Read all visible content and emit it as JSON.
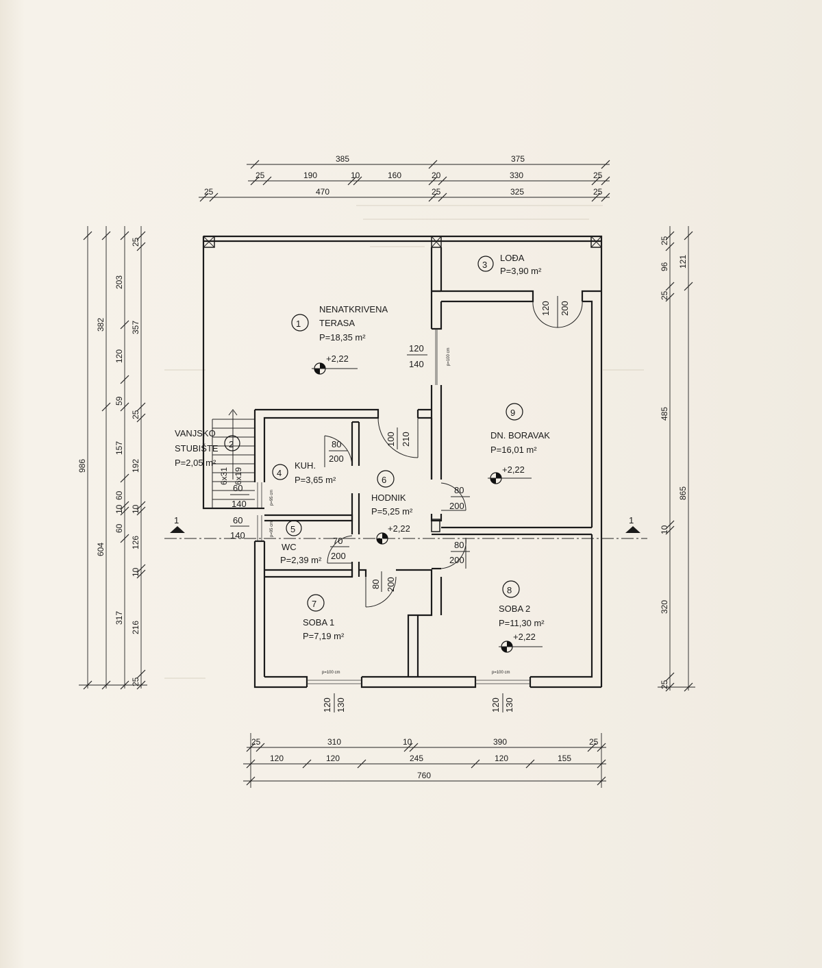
{
  "rooms": [
    {
      "num": "1",
      "name_lines": [
        "NENATKRIVENA",
        "TERASA"
      ],
      "area": "P=18,35 m²"
    },
    {
      "num": "2",
      "name_lines": [
        "VANJSKO",
        "STUBIŠTE"
      ],
      "area": "P=2,05 m²"
    },
    {
      "num": "3",
      "name_lines": [
        "LOĐA"
      ],
      "area": "P=3,90 m²"
    },
    {
      "num": "4",
      "name_lines": [
        "KUH."
      ],
      "area": "P=3,65 m²"
    },
    {
      "num": "5",
      "name_lines": [
        "WC"
      ],
      "area": "P=2,39 m²"
    },
    {
      "num": "6",
      "name_lines": [
        "HODNIK"
      ],
      "area": "P=5,25 m²"
    },
    {
      "num": "7",
      "name_lines": [
        "SOBA 1"
      ],
      "area": "P=7,19 m²"
    },
    {
      "num": "8",
      "name_lines": [
        "SOBA 2"
      ],
      "area": "P=11,30 m²"
    },
    {
      "num": "9",
      "name_lines": [
        "DN. BORAVAK"
      ],
      "area": "P=16,01 m²"
    }
  ],
  "level_marks": [
    "+2,22",
    "+2,22",
    "+2,22",
    "+2,22"
  ],
  "section": {
    "label": "1"
  },
  "stair_labels": [
    "6x31",
    "6x19"
  ],
  "window_notes": [
    "p=100 cm",
    "p=95 cm",
    "p=95 cm",
    "p=100 cm",
    "p=100 cm"
  ],
  "dimensions": {
    "top": {
      "row1": [
        "385",
        "375"
      ],
      "row2": [
        "25",
        "190",
        "10",
        "160",
        "20",
        "330",
        "25"
      ],
      "row3": [
        "25",
        "470",
        "25",
        "325",
        "25"
      ]
    },
    "bottom": {
      "row1": [
        "25",
        "310",
        "10",
        "390",
        "25"
      ],
      "row2": [
        "120",
        "120",
        "245",
        "120",
        "155"
      ],
      "row3": [
        "760"
      ]
    },
    "left": {
      "outer": [
        "986"
      ],
      "col2": [
        "382",
        "604"
      ],
      "col3": [
        "203",
        "120",
        "59",
        "157",
        "60",
        "10",
        "60",
        "317"
      ],
      "col4": [
        "25",
        "357",
        "25",
        "192",
        "10",
        "126",
        "10",
        "216",
        "25"
      ]
    },
    "right": {
      "outer": [
        "121",
        "865"
      ],
      "inner": [
        "25",
        "96",
        "25",
        "485",
        "10",
        "320",
        "25"
      ]
    },
    "openings": [
      {
        "w": "120",
        "h": "140"
      },
      {
        "w": "80",
        "h": "200"
      },
      {
        "w": "100",
        "h": "210"
      },
      {
        "w": "60",
        "h": "140"
      },
      {
        "w": "60",
        "h": "140"
      },
      {
        "w": "70",
        "h": "200"
      },
      {
        "w": "80",
        "h": "200"
      },
      {
        "w": "80",
        "h": "200"
      },
      {
        "w": "80",
        "h": "200"
      },
      {
        "w": "120",
        "h": "200"
      },
      {
        "w": "120",
        "h": "130"
      },
      {
        "w": "120",
        "h": "130"
      }
    ]
  }
}
